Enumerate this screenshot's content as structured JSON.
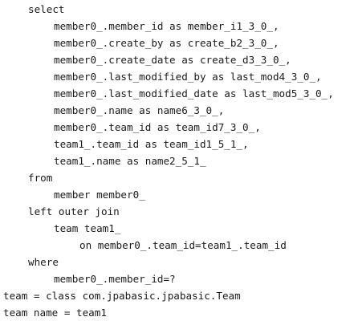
{
  "console": {
    "lines": [
      {
        "indent": 1,
        "text": "select"
      },
      {
        "indent": 2,
        "text": "member0_.member_id as member_i1_3_0_,"
      },
      {
        "indent": 2,
        "text": "member0_.create_by as create_b2_3_0_,"
      },
      {
        "indent": 2,
        "text": "member0_.create_date as create_d3_3_0_,"
      },
      {
        "indent": 2,
        "text": "member0_.last_modified_by as last_mod4_3_0_,"
      },
      {
        "indent": 2,
        "text": "member0_.last_modified_date as last_mod5_3_0_,"
      },
      {
        "indent": 2,
        "text": "member0_.name as name6_3_0_,"
      },
      {
        "indent": 2,
        "text": "member0_.team_id as team_id7_3_0_,"
      },
      {
        "indent": 2,
        "text": "team1_.team_id as team_id1_5_1_,"
      },
      {
        "indent": 2,
        "text": "team1_.name as name2_5_1_"
      },
      {
        "indent": 1,
        "text": "from"
      },
      {
        "indent": 2,
        "text": "member member0_"
      },
      {
        "indent": 1,
        "text": "left outer join"
      },
      {
        "indent": 2,
        "text": "team team1_"
      },
      {
        "indent": 3,
        "text": "on member0_.team_id=team1_.team_id"
      },
      {
        "indent": 1,
        "text": "where"
      },
      {
        "indent": 2,
        "text": "member0_.member_id=?"
      },
      {
        "indent": 0,
        "text": "team = class com.jpabasic.jpabasic.Team"
      },
      {
        "indent": 0,
        "text": "team name = team1"
      }
    ]
  }
}
